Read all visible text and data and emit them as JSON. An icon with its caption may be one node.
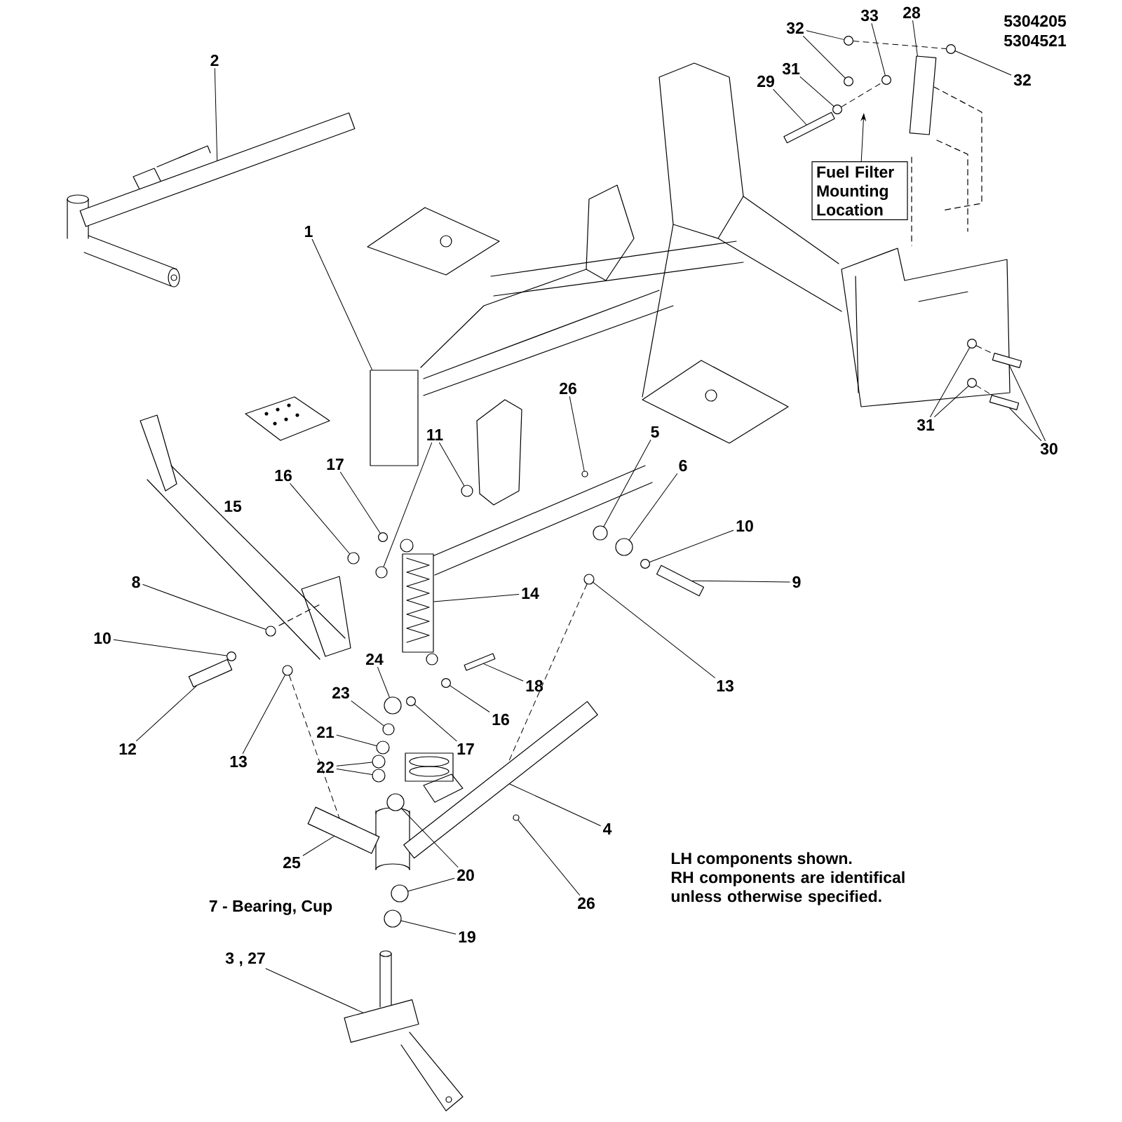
{
  "diagram": {
    "nodes": [
      {
        "text": [
          "32"
        ]
      },
      {
        "text": [
          "33"
        ]
      },
      {
        "text": [
          "28"
        ]
      },
      {
        "text": [
          "2"
        ]
      },
      {
        "text": [
          "32"
        ]
      },
      {
        "text": [
          "31"
        ]
      },
      {
        "text": [
          "29"
        ]
      },
      {
        "text": [
          "Fuel Filter Mounting Location"
        ]
      },
      {
        "text": [
          "1"
        ]
      },
      {
        "text": [
          "26"
        ]
      },
      {
        "text": [
          "5"
        ]
      },
      {
        "text": [
          "11"
        ]
      },
      {
        "text": [
          "31"
        ]
      },
      {
        "text": [
          "30"
        ]
      },
      {
        "text": [
          "17"
        ]
      },
      {
        "text": [
          "16"
        ]
      },
      {
        "text": [
          "6"
        ]
      },
      {
        "text": [
          "10"
        ]
      },
      {
        "text": [
          "8"
        ]
      },
      {
        "text": [
          "9"
        ]
      },
      {
        "text": [
          "14"
        ]
      },
      {
        "text": [
          "10"
        ]
      },
      {
        "text": [
          "24"
        ]
      },
      {
        "text": [
          "13"
        ]
      },
      {
        "text": [
          "18"
        ]
      },
      {
        "text": [
          "23"
        ]
      },
      {
        "text": [
          "16"
        ]
      },
      {
        "text": [
          "21"
        ]
      },
      {
        "text": [
          "12"
        ]
      },
      {
        "text": [
          "17"
        ]
      },
      {
        "text": [
          "13"
        ]
      },
      {
        "text": [
          "22"
        ]
      },
      {
        "text": [
          "4"
        ]
      },
      {
        "text": [
          "25"
        ]
      },
      {
        "text": [
          "20"
        ]
      },
      {
        "text": [
          "26"
        ]
      },
      {
        "text": [
          "19"
        ]
      },
      {
        "text": [
          "3 , 27"
        ]
      },
      {
        "text": [],
        "shape": "circle"
      },
      {
        "text": [],
        "shape": "circle"
      },
      {
        "text": [],
        "shape": "circle"
      },
      {
        "text": [],
        "shape": "box"
      },
      {
        "text": [],
        "shape": "bar"
      },
      {
        "text": [],
        "shape": "circle"
      },
      {
        "text": [],
        "shape": "circle"
      },
      {
        "text": [],
        "shape": "bar"
      },
      {
        "text": [],
        "shape": "box"
      },
      {
        "text": [],
        "shape": "circle"
      },
      {
        "text": [],
        "shape": "circle"
      },
      {
        "text": [],
        "shape": "circle"
      },
      {
        "text": [],
        "shape": "circle"
      },
      {
        "text": [],
        "shape": "circle"
      },
      {
        "text": [],
        "shape": "circle"
      },
      {
        "text": [],
        "shape": "bar"
      },
      {
        "text": [],
        "shape": "bar"
      },
      {
        "text": [],
        "shape": "circle"
      },
      {
        "text": [],
        "shape": "circle"
      },
      {
        "text": [],
        "shape": "circle"
      },
      {
        "text": [],
        "shape": "circle"
      },
      {
        "text": [],
        "shape": "circle"
      },
      {
        "text": [],
        "shape": "bar"
      },
      {
        "text": [],
        "shape": "box"
      },
      {
        "text": [],
        "shape": "circle"
      },
      {
        "text": [],
        "shape": "circle"
      },
      {
        "text": [],
        "shape": "circle"
      },
      {
        "text": [],
        "shape": "bar"
      },
      {
        "text": [],
        "shape": "circle"
      },
      {
        "text": [],
        "shape": "circle"
      },
      {
        "text": [],
        "shape": "circle"
      },
      {
        "text": [],
        "shape": "bar"
      },
      {
        "text": [],
        "shape": "circle"
      },
      {
        "text": [],
        "shape": "circle"
      },
      {
        "text": [],
        "shape": "circle"
      },
      {
        "text": [],
        "shape": "circle"
      },
      {
        "text": [],
        "shape": "bar"
      },
      {
        "text": [],
        "shape": "bar"
      },
      {
        "text": [],
        "shape": "circle"
      },
      {
        "text": [],
        "shape": "circle"
      },
      {
        "text": [],
        "shape": "circle"
      },
      {
        "text": [],
        "shape": "circle"
      },
      {
        "text": [],
        "shape": "box"
      }
    ],
    "edges": [
      {
        "from": 0,
        "to": 38,
        "arrow": "none"
      },
      {
        "from": 0,
        "to": 39,
        "arrow": "none"
      },
      {
        "from": 1,
        "to": 40,
        "arrow": "none"
      },
      {
        "from": 2,
        "to": 41,
        "arrow": "none"
      },
      {
        "from": 3,
        "to": 42,
        "arrow": "none"
      },
      {
        "from": 4,
        "to": 43,
        "arrow": "none"
      },
      {
        "from": 5,
        "to": 44,
        "arrow": "none"
      },
      {
        "from": 6,
        "to": 45,
        "arrow": "none"
      },
      {
        "from": 7,
        "to": null,
        "arrow": "to"
      },
      {
        "from": 8,
        "to": 46,
        "arrow": "none"
      },
      {
        "from": 9,
        "to": 47,
        "arrow": "none"
      },
      {
        "from": 10,
        "to": 48,
        "arrow": "none"
      },
      {
        "from": 11,
        "to": 49,
        "arrow": "none"
      },
      {
        "from": 11,
        "to": 50,
        "arrow": "none"
      },
      {
        "from": 12,
        "to": 51,
        "arrow": "none"
      },
      {
        "from": 12,
        "to": 52,
        "arrow": "none"
      },
      {
        "from": 13,
        "to": 53,
        "arrow": "none"
      },
      {
        "from": 13,
        "to": 54,
        "arrow": "none"
      },
      {
        "from": 14,
        "to": 55,
        "arrow": "none"
      },
      {
        "from": 15,
        "to": 56,
        "arrow": "none"
      },
      {
        "from": 16,
        "to": 57,
        "arrow": "none"
      },
      {
        "from": 17,
        "to": 58,
        "arrow": "none"
      },
      {
        "from": 18,
        "to": 59,
        "arrow": "none"
      },
      {
        "from": 19,
        "to": 60,
        "arrow": "none"
      },
      {
        "from": 20,
        "to": 61,
        "arrow": "none"
      },
      {
        "from": 21,
        "to": 62,
        "arrow": "none"
      },
      {
        "from": 22,
        "to": 63,
        "arrow": "none"
      },
      {
        "from": 23,
        "to": 64,
        "arrow": "none"
      },
      {
        "from": 24,
        "to": 65,
        "arrow": "none"
      },
      {
        "from": 25,
        "to": 66,
        "arrow": "none"
      },
      {
        "from": 26,
        "to": 67,
        "arrow": "none"
      },
      {
        "from": 27,
        "to": 68,
        "arrow": "none"
      },
      {
        "from": 28,
        "to": 69,
        "arrow": "none"
      },
      {
        "from": 29,
        "to": 70,
        "arrow": "none"
      },
      {
        "from": 30,
        "to": 71,
        "arrow": "none"
      },
      {
        "from": 31,
        "to": 72,
        "arrow": "none"
      },
      {
        "from": 31,
        "to": 73,
        "arrow": "none"
      },
      {
        "from": 32,
        "to": 74,
        "arrow": "none"
      },
      {
        "from": 33,
        "to": 75,
        "arrow": "none"
      },
      {
        "from": 34,
        "to": 76,
        "arrow": "none"
      },
      {
        "from": 34,
        "to": 77,
        "arrow": "none"
      },
      {
        "from": 35,
        "to": 78,
        "arrow": "none"
      },
      {
        "from": 36,
        "to": 79,
        "arrow": "none"
      },
      {
        "from": 37,
        "to": 80,
        "arrow": "none"
      },
      {
        "from": 38,
        "to": 43,
        "arrow": "none",
        "style": "dashed"
      },
      {
        "from": 44,
        "to": 40,
        "arrow": "none",
        "style": "dashed"
      },
      {
        "from": 51,
        "to": 53,
        "arrow": "none",
        "style": "dashed"
      },
      {
        "from": 52,
        "to": 54,
        "arrow": "none",
        "style": "dashed"
      },
      {
        "from": 64,
        "to": 74,
        "arrow": "none",
        "style": "dashed"
      },
      {
        "from": 71,
        "to": 75,
        "arrow": "none",
        "style": "dashed"
      }
    ],
    "labels": [
      "5304205",
      "5304521",
      "15",
      "7 - Bearing, Cup",
      "LH components shown.",
      "RH components are identifical unless otherwise specified."
    ]
  }
}
